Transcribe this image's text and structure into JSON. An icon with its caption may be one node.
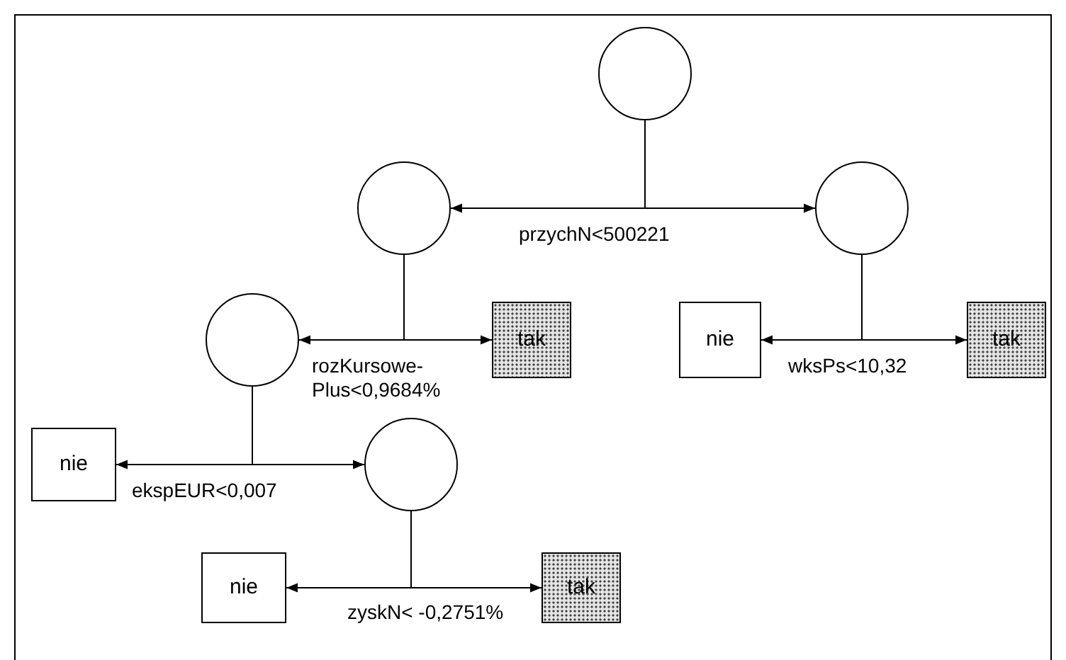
{
  "diagram": {
    "nodes": [
      {
        "text": [],
        "shape": "circle"
      },
      {
        "text": [],
        "shape": "circle"
      },
      {
        "text": [],
        "shape": "circle"
      },
      {
        "text": [],
        "shape": "circle"
      },
      {
        "text": [
          "tak"
        ]
      },
      {
        "text": [
          "nie"
        ]
      },
      {
        "text": [
          "tak"
        ]
      },
      {
        "text": [
          "nie"
        ]
      },
      {
        "text": [],
        "shape": "circle"
      },
      {
        "text": [
          "nie"
        ]
      },
      {
        "text": [
          "tak"
        ]
      }
    ],
    "edges": [
      {
        "from": 0,
        "to": 1,
        "arrow": "to",
        "label": "przychN<500221"
      },
      {
        "from": 0,
        "to": 2,
        "arrow": "to"
      },
      {
        "from": 1,
        "to": 3,
        "arrow": "to",
        "label": "rozKursowe- Plus<0,9684%"
      },
      {
        "from": 1,
        "to": 4,
        "arrow": "to"
      },
      {
        "from": 2,
        "to": 5,
        "arrow": "to",
        "label": "wksPs<10,32"
      },
      {
        "from": 2,
        "to": 6,
        "arrow": "to"
      },
      {
        "from": 3,
        "to": 7,
        "arrow": "to",
        "label": "ekspEUR<0,007"
      },
      {
        "from": 3,
        "to": 8,
        "arrow": "to"
      },
      {
        "from": 8,
        "to": 9,
        "arrow": "to",
        "label": "zyskN< -0,2751%"
      },
      {
        "from": 8,
        "to": 10,
        "arrow": "to"
      }
    ]
  }
}
